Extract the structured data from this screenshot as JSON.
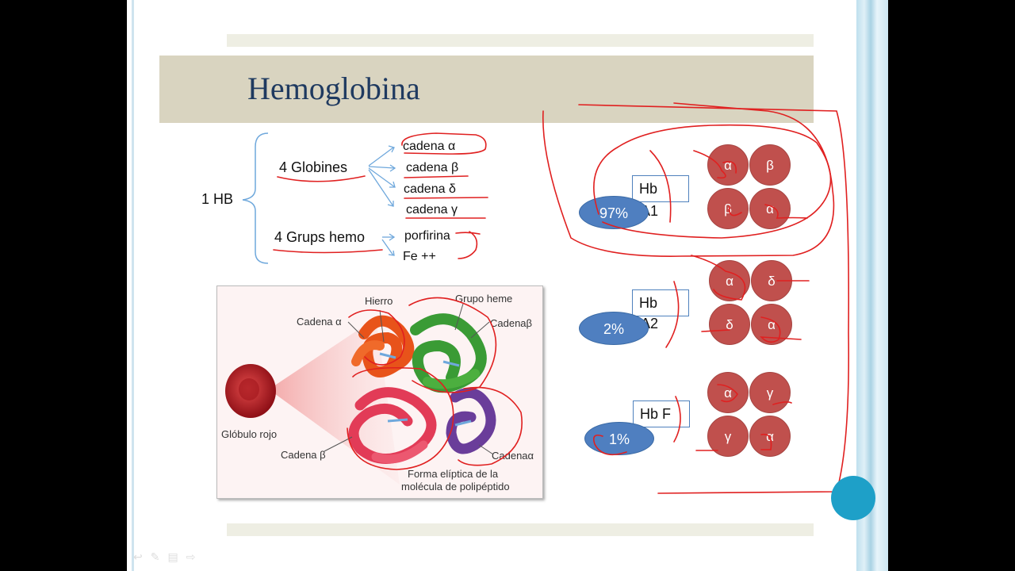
{
  "slide": {
    "title": "Hemoglobina",
    "hb_root": "1 HB",
    "globines_label": "4 Globines",
    "chains": [
      "cadena α",
      "cadena β",
      "cadena δ",
      "cadena γ"
    ],
    "hemo_label": "4 Grups hemo",
    "hemo_parts": [
      "porfirina",
      "Fe ++"
    ]
  },
  "figure": {
    "labels": {
      "hierro": "Hierro",
      "grupo_heme": "Grupo heme",
      "cadena_alpha_left": "Cadena α",
      "cadena_beta_right": "Cadenaβ",
      "globulo": "Glóbulo rojo",
      "cadena_beta_left": "Cadena β",
      "cadena_alpha_right": "Cadenaα",
      "forma_1": "Forma elíptica de la",
      "forma_2": "molécula de polipéptido"
    }
  },
  "variants": [
    {
      "box": "Hb",
      "sub": "A1",
      "pct": "97%",
      "chains": [
        "α",
        "β",
        "β",
        "α"
      ]
    },
    {
      "box": "Hb",
      "sub": "A2",
      "pct": "2%",
      "chains": [
        "α",
        "δ",
        "δ",
        "α"
      ]
    },
    {
      "box": "Hb F",
      "sub": "",
      "pct": "1%",
      "chains": [
        "α",
        "γ",
        "γ",
        "α"
      ]
    }
  ],
  "colors": {
    "title_bar": "#d9d4c0",
    "title_text": "#1f3a60",
    "chain_circle": "#c0504d",
    "percent_oval": "#4f7fc0",
    "annotation_ink": "#e02020",
    "arrow": "#6fa8dc"
  }
}
